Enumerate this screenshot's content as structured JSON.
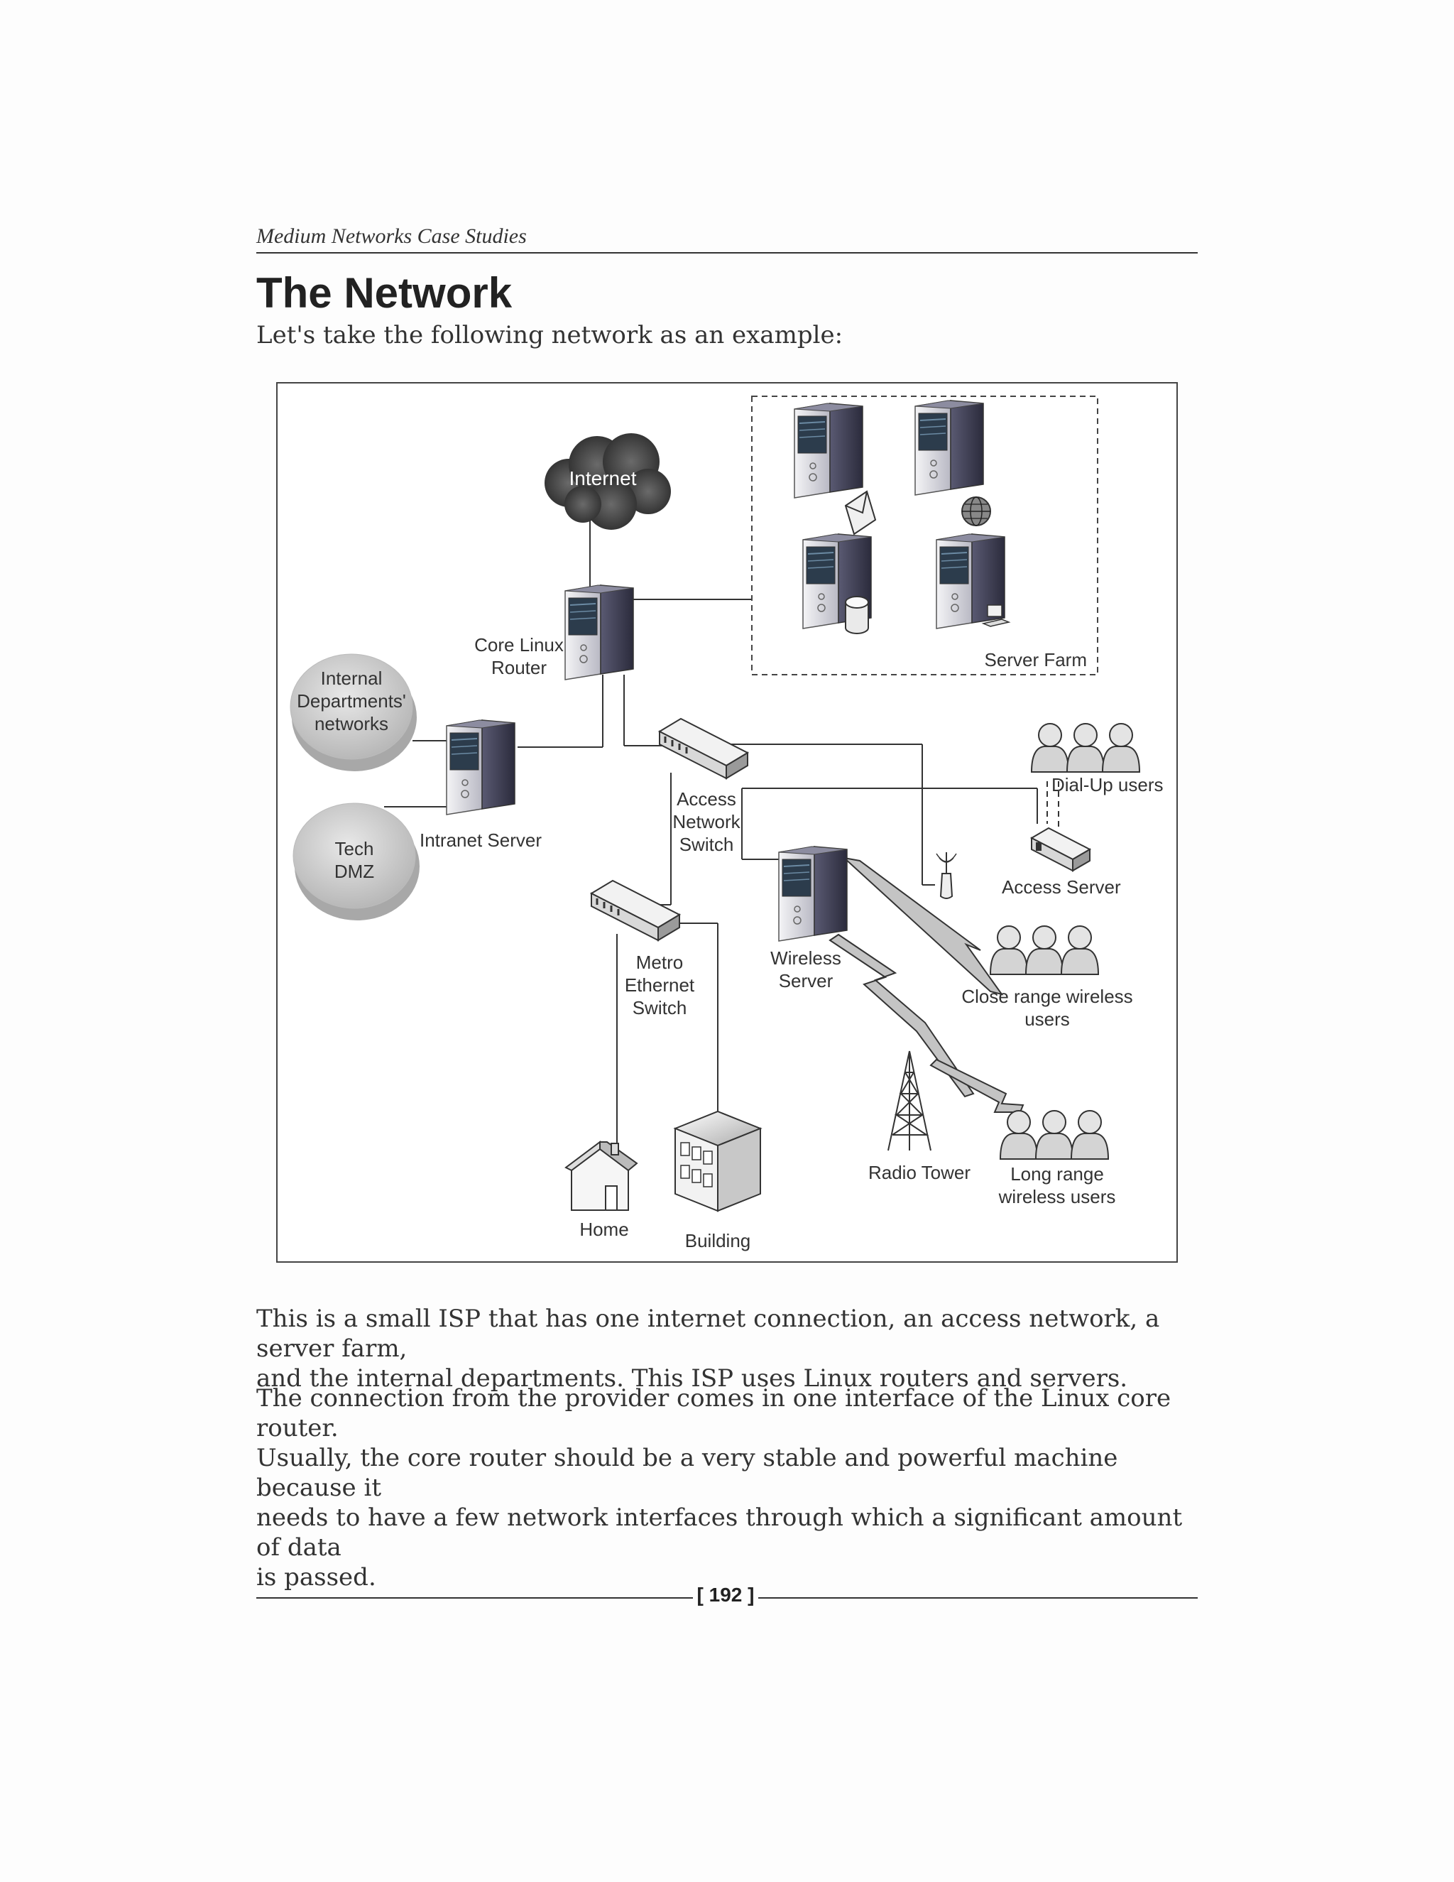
{
  "header": {
    "running_title": "Medium Networks Case Studies"
  },
  "section": {
    "title": "The Network",
    "intro": "Let's take the following network as an example:"
  },
  "diagram": {
    "labels": {
      "internet": "Internet",
      "core_router": [
        "Core Linux",
        "Router"
      ],
      "server_farm": "Server Farm",
      "internal_networks": [
        "Internal",
        "Departments'",
        "networks"
      ],
      "tech_dmz": [
        "Tech",
        "DMZ"
      ],
      "intranet_server": "Intranet Server",
      "access_switch": [
        "Access",
        "Network",
        "Switch"
      ],
      "dialup_users": "Dial-Up users",
      "access_server": "Access Server",
      "metro_switch": [
        "Metro",
        "Ethernet",
        "Switch"
      ],
      "wireless_server": [
        "Wireless",
        "Server"
      ],
      "close_range": [
        "Close range wireless",
        "users"
      ],
      "radio_tower": "Radio Tower",
      "long_range": [
        "Long range",
        "wireless users"
      ],
      "home": "Home",
      "building": "Building"
    },
    "icons": [
      "cloud-icon",
      "server-tower-icon",
      "mail-icon",
      "globe-icon",
      "database-icon",
      "workstation-icon",
      "switch-icon",
      "antenna-icon",
      "user-group-icon",
      "radio-tower-icon",
      "house-icon",
      "building-icon",
      "lightning-link-icon"
    ]
  },
  "body": {
    "paragraphs": [
      [
        "This is a small ISP that has one internet connection, an access network, a server farm,",
        "and the internal departments. This ISP uses Linux routers and servers."
      ],
      [
        "The connection from the provider comes in one interface of the Linux core router.",
        "Usually, the core router should be a very stable and powerful machine because it",
        "needs to have a few network interfaces through which a significant amount of data",
        "is passed."
      ]
    ]
  },
  "footer": {
    "page_number": "[ 192 ]"
  }
}
